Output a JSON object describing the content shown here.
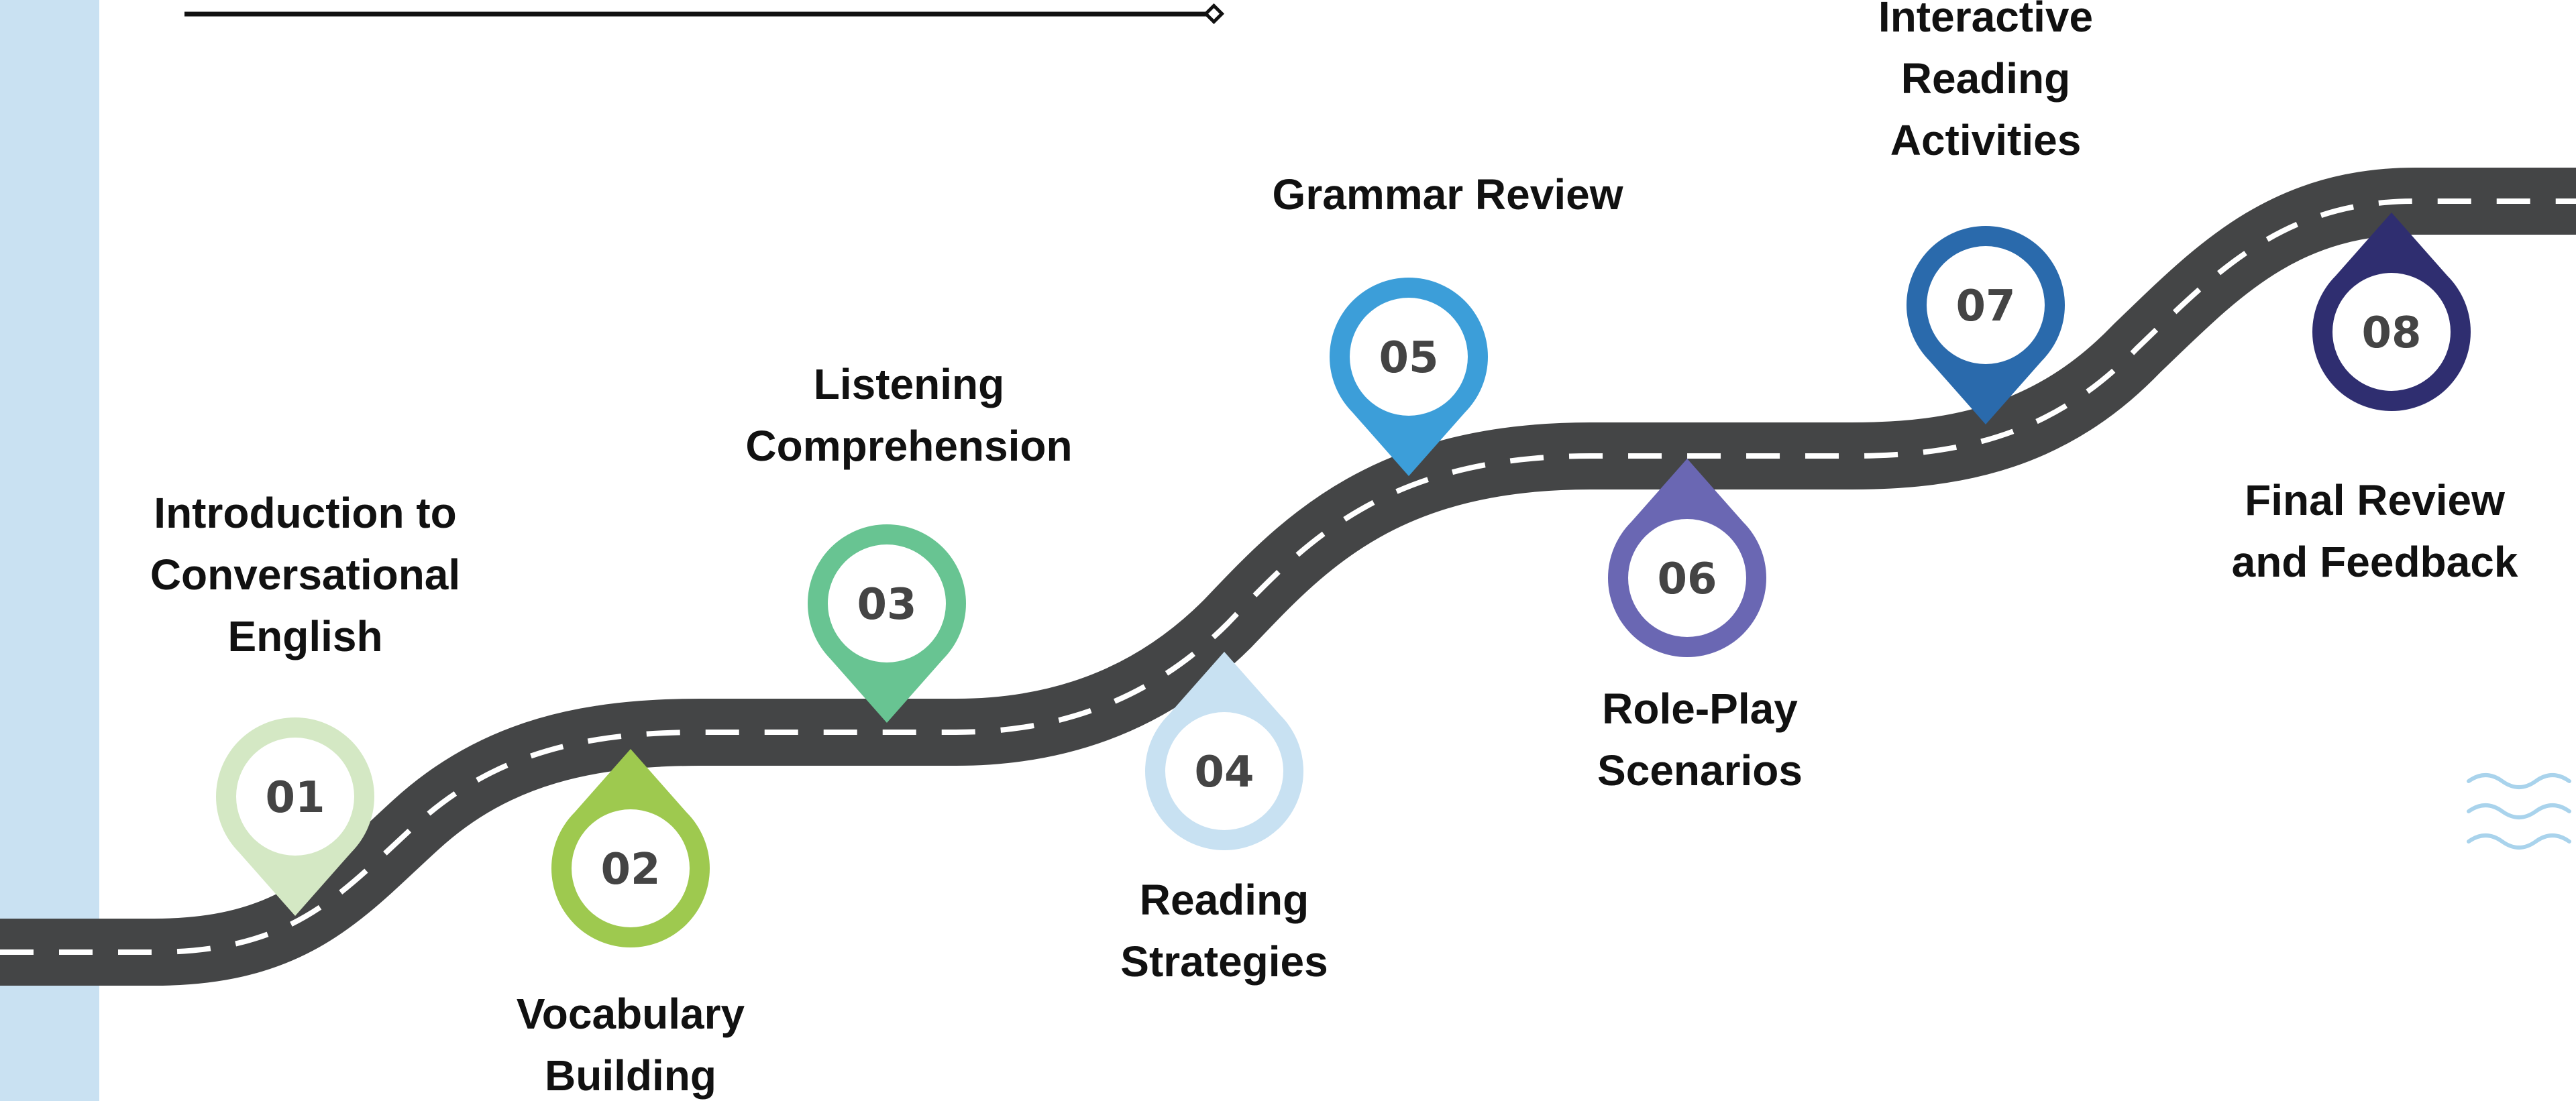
{
  "milestones": [
    {
      "number": "01",
      "label_lines": [
        "Introduction to",
        "Conversational",
        "English"
      ],
      "color": "#d4e8c4",
      "pin_direction": "down"
    },
    {
      "number": "02",
      "label_lines": [
        "Vocabulary",
        "Building"
      ],
      "color": "#9ec94f",
      "pin_direction": "up"
    },
    {
      "number": "03",
      "label_lines": [
        "Listening",
        "Comprehension"
      ],
      "color": "#68c492",
      "pin_direction": "down"
    },
    {
      "number": "04",
      "label_lines": [
        "Reading",
        "Strategies"
      ],
      "color": "#c8e1f2",
      "pin_direction": "up"
    },
    {
      "number": "05",
      "label_lines": [
        "Grammar Review"
      ],
      "color": "#3c9ed9",
      "pin_direction": "down"
    },
    {
      "number": "06",
      "label_lines": [
        "Role-Play",
        "Scenarios"
      ],
      "color": "#6a67b3",
      "pin_direction": "up"
    },
    {
      "number": "07",
      "label_lines": [
        "Interactive",
        "Reading",
        "Activities"
      ],
      "color": "#2a6aac",
      "pin_direction": "down"
    },
    {
      "number": "08",
      "label_lines": [
        "Final Review",
        "and Feedback"
      ],
      "color": "#2f2e70",
      "pin_direction": "up"
    }
  ],
  "colors": {
    "road": "#444546",
    "road_dash": "#ffffff",
    "side_band": "#c9e1f2",
    "wave_decor": "#a9d3ec",
    "title_rule": "#111111"
  }
}
